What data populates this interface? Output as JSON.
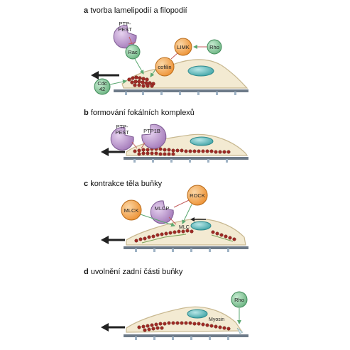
{
  "panels": [
    {
      "letter": "a",
      "title": "tvorba lamelipodií a filopodií"
    },
    {
      "letter": "b",
      "title": "formování fokálních komplexů"
    },
    {
      "letter": "c",
      "title": "kontrakce těla buňky"
    },
    {
      "letter": "d",
      "title": "uvolnění zadní části buňky"
    }
  ],
  "nodes": {
    "a": {
      "ptp_pest": [
        "PTP-",
        "PEST"
      ],
      "rac": "Rac",
      "cdc42": [
        "Cdc",
        "42"
      ],
      "limk": "LIMK",
      "rho": "Rho",
      "cofilin": "cofilin"
    },
    "b": {
      "ptp_pest": [
        "PTP-",
        "PEST"
      ],
      "ptp1b": "PTP1B"
    },
    "c": {
      "mlck": "MLCK",
      "mlcp": "MLCP",
      "rock": "ROCK",
      "mlc": "MLC"
    },
    "d": {
      "rho": "Rho",
      "myosin": "Myosin"
    }
  },
  "colors": {
    "green_node": "#7fbf94",
    "orange_node": "#f0a24a",
    "purple_node": "#b38fc6",
    "cell_fill": "#f3ead2",
    "nucleus": "#5fb7b9",
    "actin": "#9e2a24",
    "substrate": "#6d7a88"
  }
}
